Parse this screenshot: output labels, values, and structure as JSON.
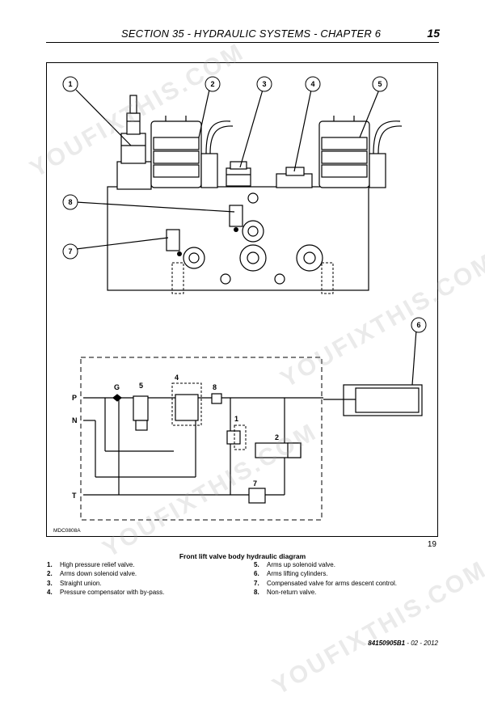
{
  "header": {
    "title": "SECTION 35 - HYDRAULIC SYSTEMS - CHAPTER 6",
    "page_number": "15"
  },
  "figure": {
    "code": "MDC0808A",
    "number": "19",
    "caption": "Front lift valve body hydraulic diagram",
    "callouts": [
      "1",
      "2",
      "3",
      "4",
      "5",
      "6",
      "7",
      "8"
    ],
    "schematic_labels": {
      "P": "P",
      "N": "N",
      "T": "T",
      "G": "G",
      "s5": "5",
      "s4": "4",
      "s8": "8",
      "s1": "1",
      "s2": "2",
      "s7": "7"
    }
  },
  "legend": {
    "left": [
      {
        "num": "1.",
        "text": "High pressure relief valve."
      },
      {
        "num": "2.",
        "text": "Arms down solenoid valve."
      },
      {
        "num": "3.",
        "text": "Straight union."
      },
      {
        "num": "4.",
        "text": "Pressure compensator with by-pass."
      }
    ],
    "right": [
      {
        "num": "5.",
        "text": "Arms up solenoid valve."
      },
      {
        "num": "6.",
        "text": "Arms lifting cylinders."
      },
      {
        "num": "7.",
        "text": "Compensated valve for arms descent control."
      },
      {
        "num": "8.",
        "text": "Non-return valve."
      }
    ]
  },
  "footer": {
    "code": "84150905B1",
    "date": " - 02 - 2012"
  },
  "watermark": "YOUFIXTHIS.COM"
}
